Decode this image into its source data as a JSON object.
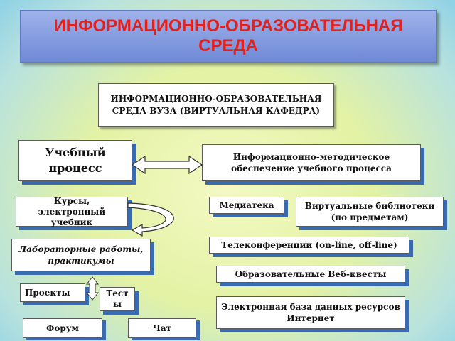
{
  "title": "ИНФОРМАЦИОННО-ОБРАЗОВАТЕЛЬНАЯ СРЕДА",
  "university_box": "ИНФОРМАЦИОННО-ОБРАЗОВАТЕЛЬНАЯ СРЕДА ВУЗА (ВИРТУАЛЬНАЯ КАФЕДРА)",
  "left": {
    "learning_process": "Учебный процесс",
    "courses": "Курсы, электронный учебник",
    "labs": "Лабораторные работы, практикумы",
    "projects": "Проекты",
    "tests": "Тесты",
    "forum": "Форум",
    "chat": "Чат"
  },
  "right": {
    "methodical": "Информационно-методическое обеспечение учебного процесса",
    "mediateka": "Медиатека",
    "virtual_libraries": "Виртуальные библиотеки (по предметам)",
    "teleconferences": "Телеконференции (on-line, off-line)",
    "web_quests": "Образовательные Веб-квесты",
    "internet_db": "Электронная база данных ресурсов Интернет"
  },
  "colors": {
    "title_text": "#e5201b",
    "title_bg": "#7f97dd",
    "box_shadow": "#3a6bb0",
    "arrow_fill": "#ffffff"
  }
}
